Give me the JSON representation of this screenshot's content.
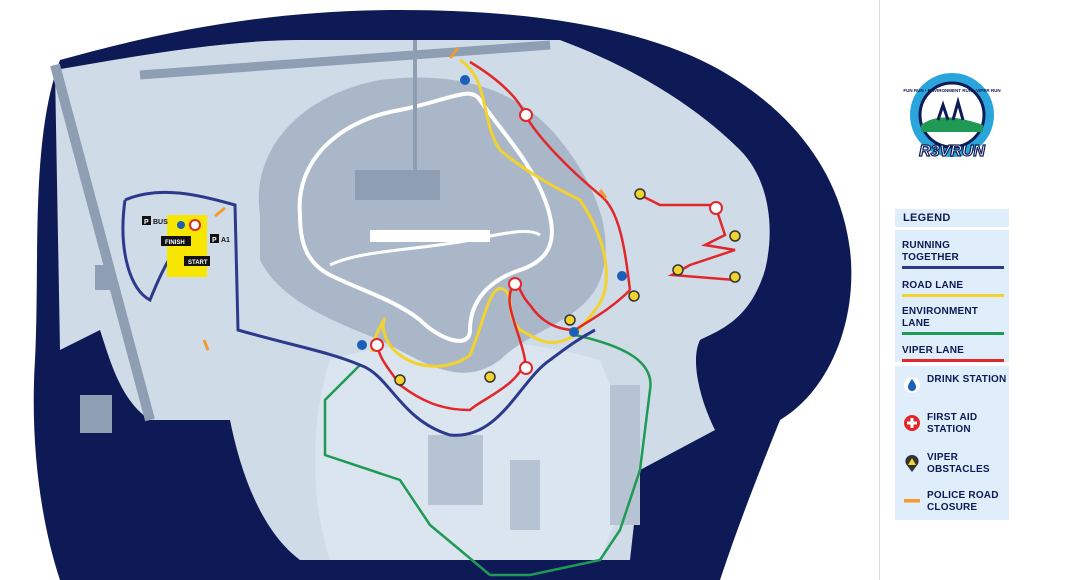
{
  "map": {
    "brand": "R3VRUN",
    "logo_ring_text": "FUN RUN • ENVIRONMENT RUN • VIPER RUN",
    "parking_bus": "BUS",
    "parking_a1": "A1",
    "parking_letter": "P",
    "finish_label": "FINISH",
    "start_label": "START"
  },
  "legend": {
    "title": "LEGEND",
    "lanes": [
      {
        "label": "RUNNING TOGETHER",
        "color": "#2d3a8c"
      },
      {
        "label": "ROAD LANE",
        "color": "#f2d22e"
      },
      {
        "label": "ENVIRONMENT LANE",
        "color": "#1f9a55"
      },
      {
        "label": "VIPER LANE",
        "color": "#e2272b"
      }
    ],
    "icons": [
      {
        "icon": "drink-icon",
        "label": "DRINK STATION"
      },
      {
        "icon": "first-aid-icon",
        "label": "FIRST AID STATION"
      },
      {
        "icon": "viper-obstacle-icon",
        "label": "VIPER OBSTACLES"
      },
      {
        "icon": "police-closure-icon",
        "label": "POLICE ROAD CLOSURE"
      }
    ]
  },
  "colors": {
    "navy": "#0d1a55",
    "land": "#cfdbe7",
    "track": "#a9b7c8",
    "road": "#8e9eb3",
    "running_together": "#2d3a8c",
    "road_lane": "#f2d22e",
    "environment_lane": "#1f9a55",
    "viper_lane": "#e2272b",
    "police_closure": "#f29a2e",
    "start_finish": "#f6e600"
  }
}
